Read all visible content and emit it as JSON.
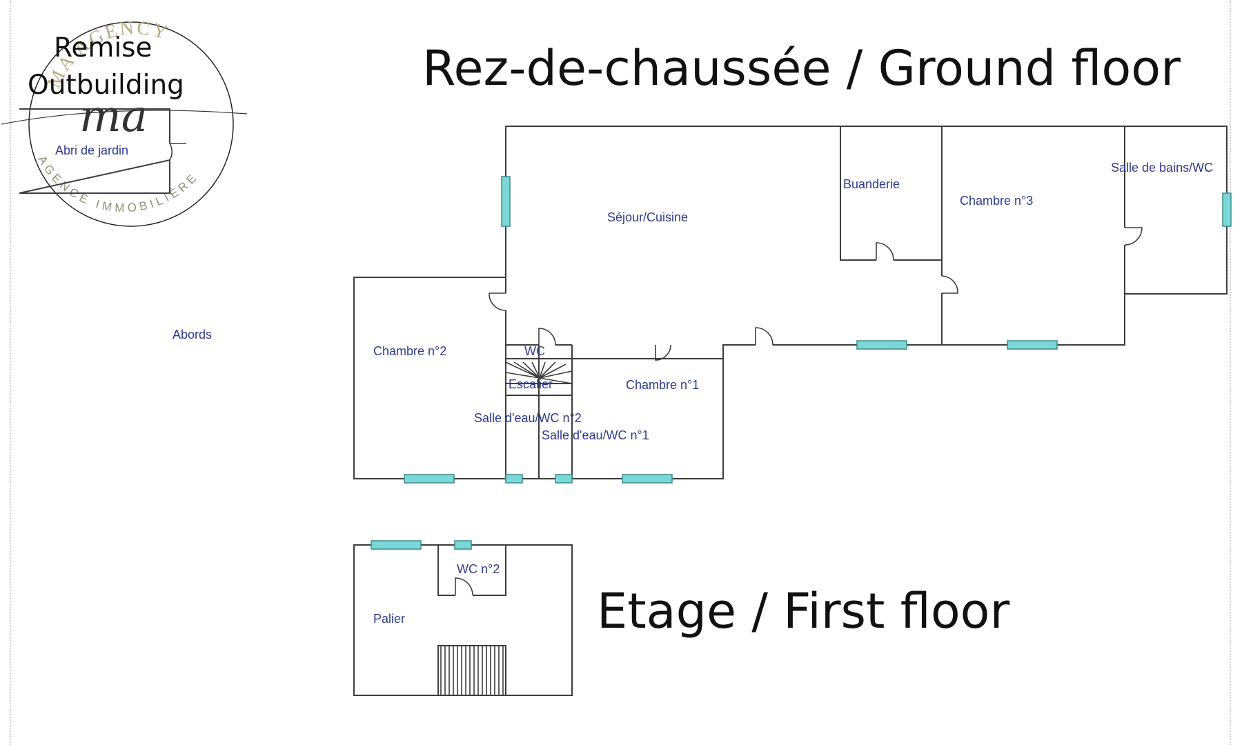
{
  "titles": {
    "ground_floor": "Rez-de-chaussée / Ground floor",
    "first_floor": "Etage / First floor",
    "outbuilding_line1": "Remise",
    "outbuilding_line2": "Outbuilding"
  },
  "logo": {
    "arc_text": "MA AGENCY",
    "monogram": "ma",
    "bottom_text": "AGENCE IMMOBILIÈRE"
  },
  "rooms": {
    "abri": "Abri de jardin",
    "abords": "Abords",
    "sejour": "Séjour/Cuisine",
    "buanderie": "Buanderie",
    "chambre3": "Chambre n°3",
    "sdb": "Salle de bains/WC",
    "chambre2": "Chambre n°2",
    "wc": "WC",
    "escalier": "Escalier",
    "chambre1": "Chambre n°1",
    "sde2": "Salle d'eau/WC n°2",
    "sde1": "Salle d'eau/WC n°1",
    "wc2": "WC n°2",
    "palier": "Palier"
  },
  "colors": {
    "window": "#7ad9d6",
    "wall": "#3d3d3d",
    "room_label": "#2d3b8f",
    "logo_gold": "#b7ad86"
  }
}
